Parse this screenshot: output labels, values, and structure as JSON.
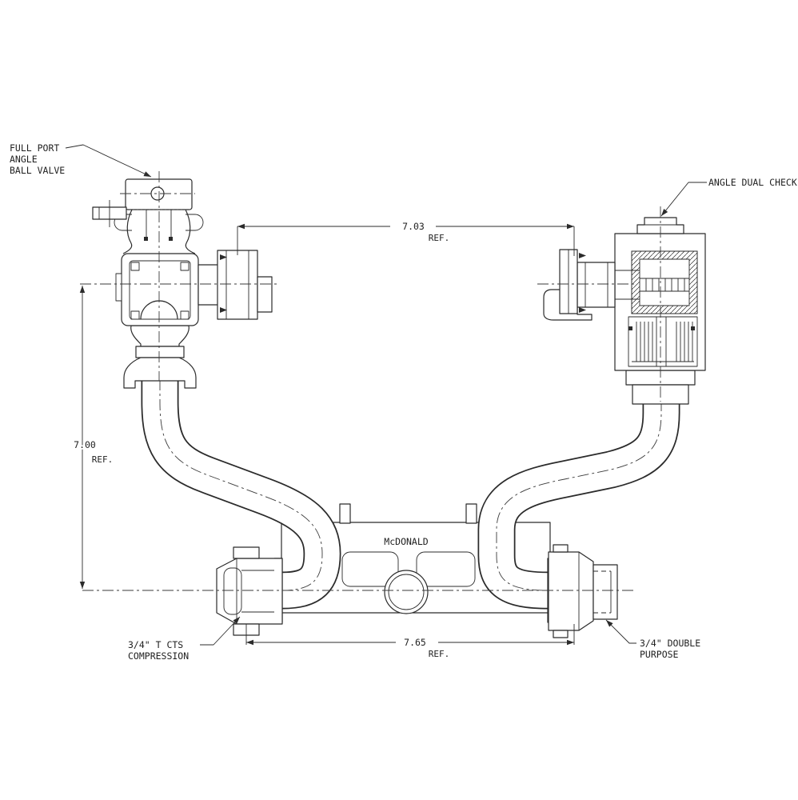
{
  "brand": "McDONALD",
  "labels": {
    "ball_valve": [
      "FULL PORT",
      "ANGLE",
      "BALL VALVE"
    ],
    "dual_check": "ANGLE DUAL CHECK",
    "compression": [
      "3/4\" T CTS",
      "COMPRESSION"
    ],
    "double_purpose": [
      "3/4\" DOUBLE",
      "PURPOSE"
    ]
  },
  "dimensions": {
    "top": {
      "value": "7.03",
      "ref": "REF."
    },
    "left": {
      "value": "7.00",
      "ref": "REF."
    },
    "bottom": {
      "value": "7.65",
      "ref": "REF."
    }
  },
  "colors": {
    "line": "#2b2b2b",
    "background": "#ffffff"
  }
}
